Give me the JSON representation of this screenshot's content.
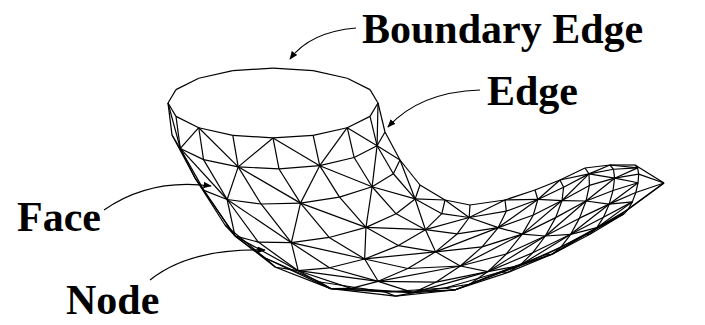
{
  "diagram": {
    "labels": [
      "Boundary Edge",
      "Edge",
      "Face",
      "Node"
    ]
  }
}
